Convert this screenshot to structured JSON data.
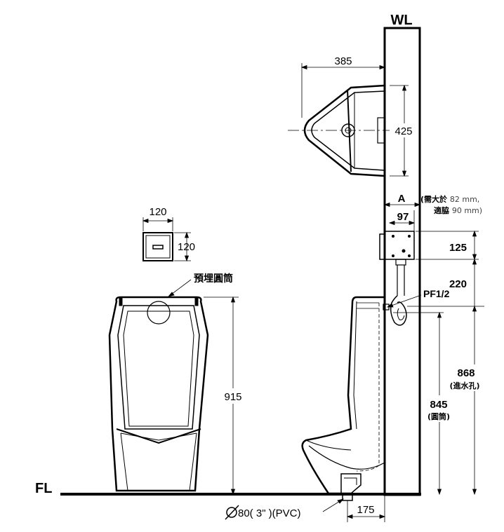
{
  "labels": {
    "wall_label": "WL",
    "floor_label": "FL",
    "top_width": "385",
    "top_height": "425",
    "valve_col_a": "A",
    "valve_note_line1_pre": "(需大於 ",
    "valve_note_line1_num": "82 mm,",
    "valve_note_line2_pre": "適脇 ",
    "valve_note_line2_num": "90 mm)",
    "valve_width": "97",
    "valve_height": "125",
    "pipe_gap": "220",
    "inlet_pipe": "PF1/2",
    "inlet_height": "868",
    "inlet_height_note": "(進水孔)",
    "sleeve_height": "845",
    "sleeve_height_note": "(圓筒)",
    "button_width": "120",
    "button_height": "120",
    "embedded_sleeve": "預埋圓筒",
    "urinal_height": "915",
    "drain_spec": "80( 3\" )(PVC)",
    "drain_offset": "175"
  },
  "icons": {
    "diameter": "diameter-icon"
  }
}
